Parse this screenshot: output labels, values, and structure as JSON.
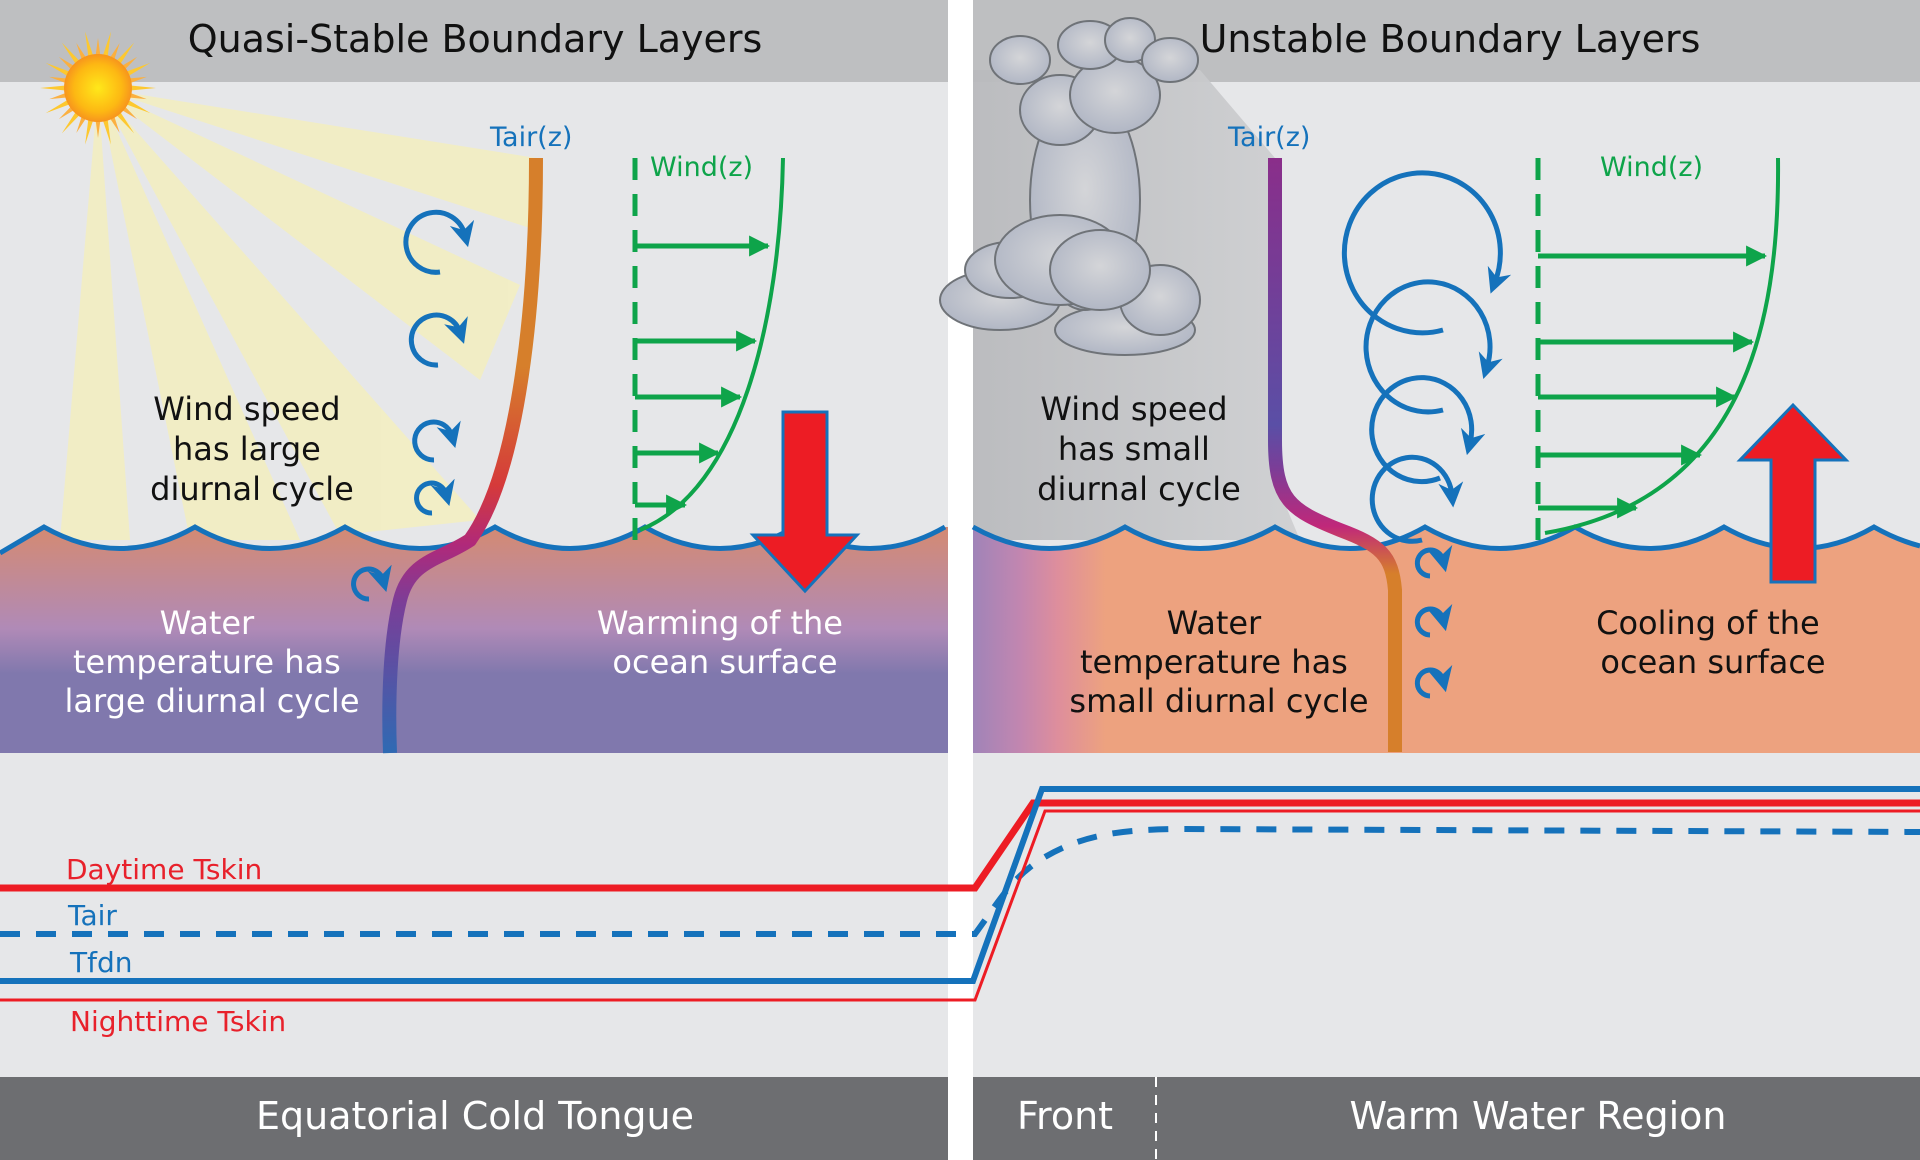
{
  "left_panel": {
    "title": "Quasi-Stable Boundary Layers",
    "tair_label": "Tair(z)",
    "wind_label": "Wind(z)",
    "wind_note": [
      "Wind speed",
      "has large",
      "diurnal cycle"
    ],
    "water_note": [
      "Water",
      "temperature has",
      "large diurnal cycle"
    ],
    "surface_note": [
      "Warming of the",
      "ocean surface"
    ],
    "surface_arrow_direction": "down",
    "region_label": "Equatorial Cold Tongue"
  },
  "right_panel": {
    "title": "Unstable Boundary Layers",
    "tair_label": "Tair(z)",
    "wind_label": "Wind(z)",
    "wind_note": [
      "Wind speed",
      "has small",
      "diurnal cycle"
    ],
    "water_note": [
      "Water",
      "temperature has",
      "small diurnal cycle"
    ],
    "surface_note": [
      "Cooling of the",
      "ocean surface"
    ],
    "surface_arrow_direction": "up",
    "front_label": "Front",
    "region_label": "Warm Water Region"
  },
  "legend": {
    "daytime_tskin": "Daytime Tskin",
    "tair": "Tair",
    "tfdn": "Tfdn",
    "nighttime_tskin": "Nighttime Tskin"
  },
  "icons": {
    "sun": "sun-icon",
    "cloud": "cumulonimbus-cloud-icon",
    "eddy": "eddy-circulation-icon",
    "wind_arrow": "wind-vector-arrow"
  },
  "colors": {
    "header_bg": "#bebfc1",
    "sky_bg": "#e6e7e9",
    "footer_bg": "#6d6e71",
    "cold_ocean": "#8078ad",
    "warm_ocean": "#eda27f",
    "wave_line": "#1572bb",
    "wind_green": "#0ea44a",
    "red": "#e8212b",
    "blue": "#1572bb",
    "tair_orange": "#d67f2b"
  }
}
